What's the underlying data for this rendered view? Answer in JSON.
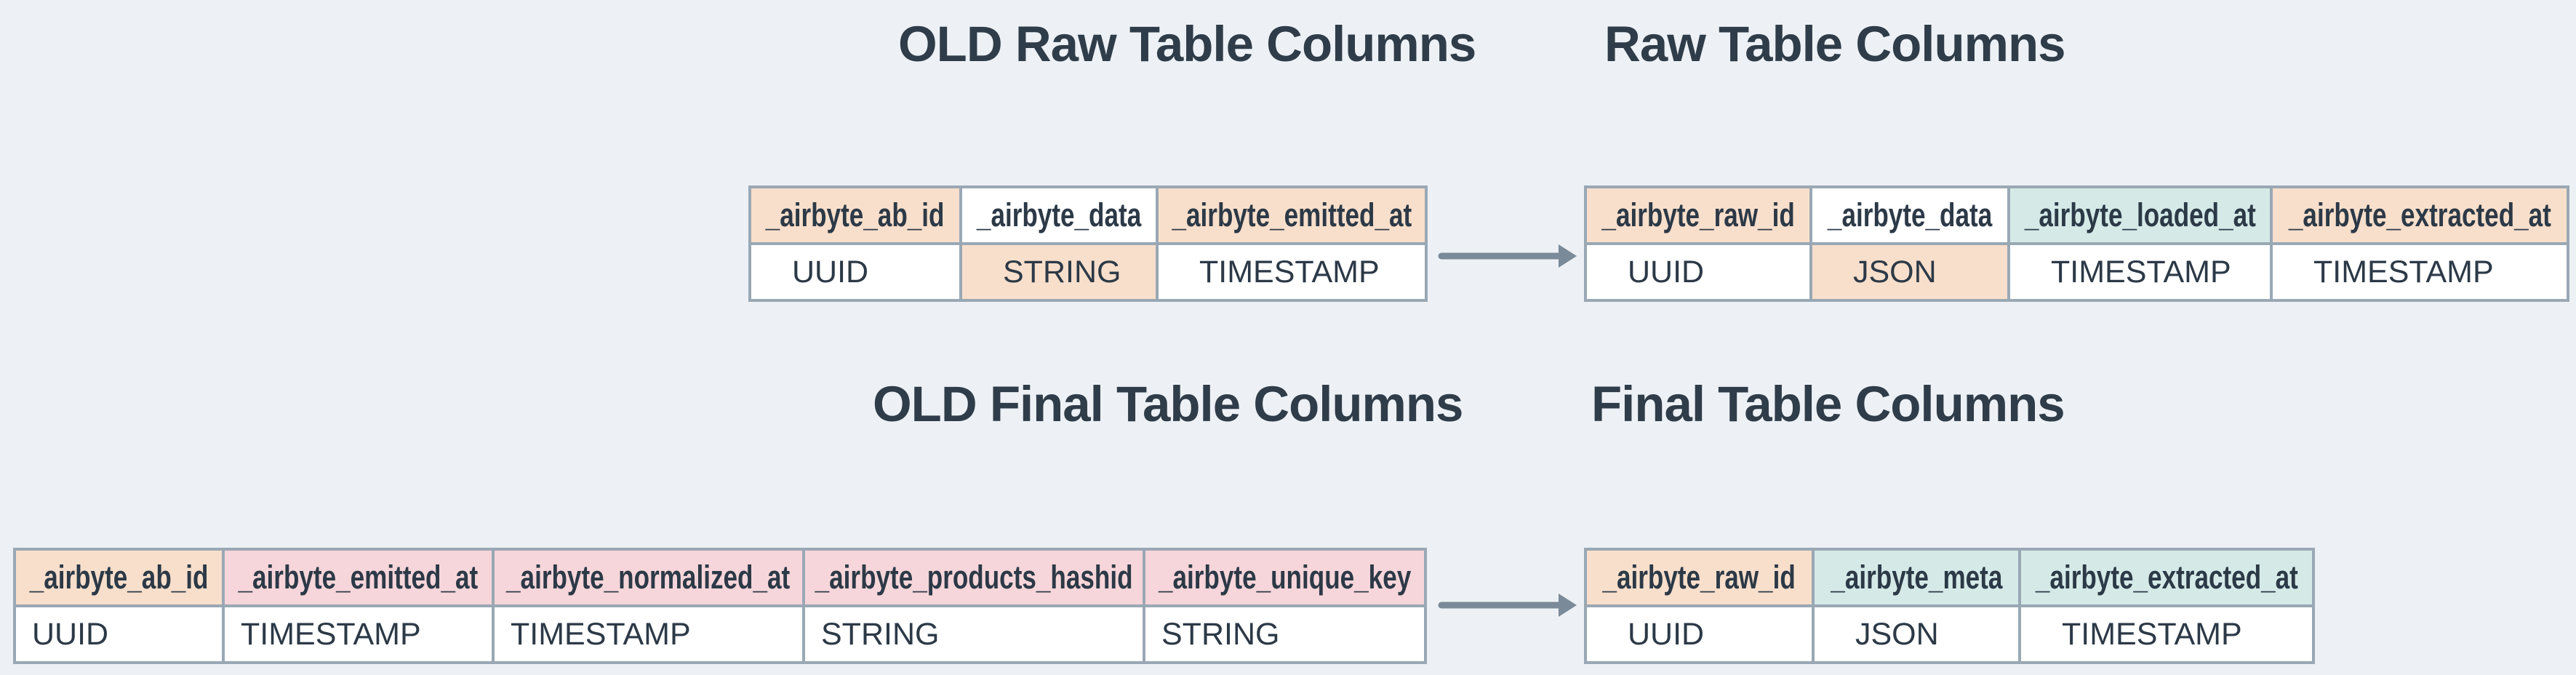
{
  "palette": {
    "background": "#edf1f5",
    "table_border": "#9aa8b5",
    "cell_background": "#ffffff",
    "highlight_peach": "#f8dfcb",
    "highlight_pink": "#f6d6da",
    "highlight_teal": "#d5eae7",
    "text": "#2c3947",
    "title_text": "#2f3c49",
    "arrow": "#7b8a99"
  },
  "sections": {
    "old_raw": {
      "title": "OLD Raw Table Columns",
      "columns": [
        {
          "name": "_airbyte_ab_id",
          "type": "UUID",
          "name_highlight": "peach",
          "type_highlight": "none"
        },
        {
          "name": "_airbyte_data",
          "type": "STRING",
          "name_highlight": "none",
          "type_highlight": "peach"
        },
        {
          "name": "_airbyte_emitted_at",
          "type": "TIMESTAMP",
          "name_highlight": "peach",
          "type_highlight": "none"
        }
      ]
    },
    "raw": {
      "title": "Raw Table Columns",
      "columns": [
        {
          "name": "_airbyte_raw_id",
          "type": "UUID",
          "name_highlight": "peach",
          "type_highlight": "none"
        },
        {
          "name": "_airbyte_data",
          "type": "JSON",
          "name_highlight": "none",
          "type_highlight": "peach"
        },
        {
          "name": "_airbyte_loaded_at",
          "type": "TIMESTAMP",
          "name_highlight": "teal",
          "type_highlight": "none"
        },
        {
          "name": "_airbyte_extracted_at",
          "type": "TIMESTAMP",
          "name_highlight": "peach",
          "type_highlight": "none"
        }
      ]
    },
    "old_final": {
      "title": "OLD Final Table Columns",
      "columns": [
        {
          "name": "_airbyte_ab_id",
          "type": "UUID",
          "name_highlight": "peach",
          "type_highlight": "none"
        },
        {
          "name": "_airbyte_emitted_at",
          "type": "TIMESTAMP",
          "name_highlight": "pink",
          "type_highlight": "none"
        },
        {
          "name": "_airbyte_normalized_at",
          "type": "TIMESTAMP",
          "name_highlight": "pink",
          "type_highlight": "none"
        },
        {
          "name": "_airbyte_products_hashid",
          "type": "STRING",
          "name_highlight": "pink",
          "type_highlight": "none"
        },
        {
          "name": "_airbyte_unique_key",
          "type": "STRING",
          "name_highlight": "pink",
          "type_highlight": "none"
        }
      ]
    },
    "final": {
      "title": "Final Table Columns",
      "columns": [
        {
          "name": "_airbyte_raw_id",
          "type": "UUID",
          "name_highlight": "peach",
          "type_highlight": "none"
        },
        {
          "name": "_airbyte_meta",
          "type": "JSON",
          "name_highlight": "teal",
          "type_highlight": "none"
        },
        {
          "name": "_airbyte_extracted_at",
          "type": "TIMESTAMP",
          "name_highlight": "teal",
          "type_highlight": "none"
        }
      ]
    }
  },
  "arrows": [
    {
      "id": "raw-migration-arrow",
      "direction": "right"
    },
    {
      "id": "final-migration-arrow",
      "direction": "right"
    }
  ]
}
